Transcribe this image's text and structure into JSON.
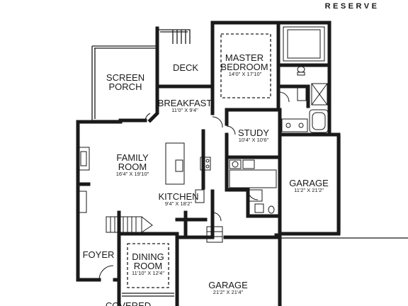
{
  "brand": "RESERVE",
  "rooms": {
    "master_bedroom": {
      "name_line1": "MASTER",
      "name_line2": "BEDROOM",
      "dims": "14'0\" X 17'10\""
    },
    "screen_porch": {
      "name_line1": "SCREEN",
      "name_line2": "PORCH"
    },
    "deck": {
      "name": "DECK"
    },
    "breakfast": {
      "name": "BREAKFAST",
      "dims": "11'0\" X 9'4\""
    },
    "study": {
      "name": "STUDY",
      "dims": "10'4\" X 10'6\""
    },
    "family_room": {
      "name_line1": "FAMILY",
      "name_line2": "ROOM",
      "dims": "16'4\" X 19'10\""
    },
    "garage_right": {
      "name": "GARAGE",
      "dims": "11'2\" X 21'2\""
    },
    "kitchen": {
      "name": "KITCHEN",
      "dims": "9'4\" X 18'2\""
    },
    "foyer": {
      "name": "FOYER"
    },
    "dining_room": {
      "name_line1": "DINING",
      "name_line2": "ROOM",
      "dims": "11'10\" X 12'4\""
    },
    "garage_bottom": {
      "name": "GARAGE",
      "dims": "21'2\" X 21'4\""
    },
    "covered": {
      "name": "COVERED"
    }
  }
}
